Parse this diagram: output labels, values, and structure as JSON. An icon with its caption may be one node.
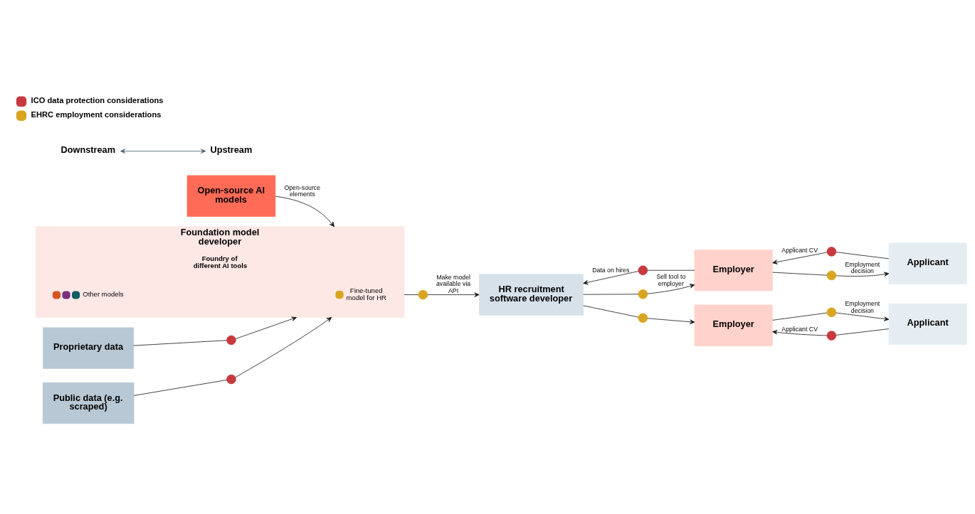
{
  "diagram": {
    "nodes": [
      {
        "text": [
          "Open-source AI models"
        ]
      },
      {
        "text": [
          "Proprietary data"
        ]
      },
      {
        "text": [
          "Public data (e.g. scraped)"
        ]
      },
      {
        "text": [
          "Foundation model developer",
          "Foundry of different AI tools"
        ]
      },
      {
        "text": [
          "Fine-tuned model for HR"
        ],
        "in": 3
      },
      {
        "text": [
          "Other models"
        ],
        "in": 3
      },
      {
        "text": [
          "HR recruitment software developer"
        ]
      },
      {
        "text": [
          "Employer"
        ]
      },
      {
        "text": [
          "Applicant"
        ]
      },
      {
        "text": [
          "Employer"
        ]
      },
      {
        "text": [
          "Applicant"
        ]
      },
      {
        "text": [
          "Downstream"
        ]
      },
      {
        "text": [
          "Upstream"
        ]
      },
      {
        "text": [],
        "shape": "circle"
      },
      {
        "text": [],
        "shape": "circle"
      },
      {
        "text": [],
        "shape": "circle"
      },
      {
        "text": [],
        "shape": "circle"
      },
      {
        "text": [],
        "shape": "circle"
      },
      {
        "text": [],
        "shape": "circle"
      },
      {
        "text": [],
        "shape": "circle"
      },
      {
        "text": [],
        "shape": "circle"
      },
      {
        "text": [],
        "shape": "circle"
      },
      {
        "text": [],
        "shape": "circle"
      }
    ],
    "edges": [
      {
        "from": 0,
        "to": 3,
        "arrow": "to",
        "label": "Open-source elements"
      },
      {
        "from": 1,
        "to": 13,
        "arrow": "none"
      },
      {
        "from": 13,
        "to": 3,
        "arrow": "to"
      },
      {
        "from": 2,
        "to": 14,
        "arrow": "none"
      },
      {
        "from": 14,
        "to": 3,
        "arrow": "to"
      },
      {
        "from": 3,
        "to": 15,
        "arrow": "none"
      },
      {
        "from": 15,
        "to": 6,
        "arrow": "to",
        "label": "Make model available via API"
      },
      {
        "from": 7,
        "to": 16,
        "arrow": "none"
      },
      {
        "from": 16,
        "to": 6,
        "arrow": "to",
        "label": "Data on hires"
      },
      {
        "from": 6,
        "to": 17,
        "arrow": "none"
      },
      {
        "from": 17,
        "to": 7,
        "arrow": "to",
        "label": "Sell tool to employer"
      },
      {
        "from": 6,
        "to": 18,
        "arrow": "none"
      },
      {
        "from": 18,
        "to": 9,
        "arrow": "to"
      },
      {
        "from": 8,
        "to": 19,
        "arrow": "none"
      },
      {
        "from": 19,
        "to": 7,
        "arrow": "to",
        "label": "Applicant CV"
      },
      {
        "from": 7,
        "to": 20,
        "arrow": "none"
      },
      {
        "from": 20,
        "to": 8,
        "arrow": "to",
        "label": "Employment decision"
      },
      {
        "from": 9,
        "to": 21,
        "arrow": "none"
      },
      {
        "from": 21,
        "to": 10,
        "arrow": "to",
        "label": "Employment decision"
      },
      {
        "from": 10,
        "to": 22,
        "arrow": "none"
      },
      {
        "from": 22,
        "to": 9,
        "arrow": "to",
        "label": "Applicant CV"
      },
      {
        "from": 11,
        "to": 12,
        "arrow": "both",
        "color": "#4a5a68"
      }
    ],
    "legend": [
      {
        "text": "ICO data protection considerations",
        "color": "#c8393f"
      },
      {
        "text": "EHRC employment considerations",
        "color": "#d9a521"
      }
    ]
  }
}
